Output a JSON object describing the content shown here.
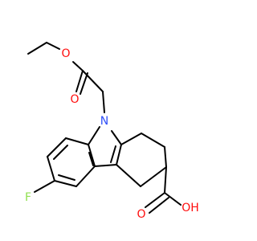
{
  "molecule": {
    "atoms": {
      "o_ether": {
        "text": "O",
        "color": "#ff0d0d"
      },
      "o_ester_carbonyl": {
        "text": "O",
        "color": "#ff0d0d"
      },
      "n_indole": {
        "text": "N",
        "color": "#3050f8"
      },
      "f_sub": {
        "text": "F",
        "color": "#90e050"
      },
      "o_acid_carbonyl": {
        "text": "O",
        "color": "#ff0d0d"
      },
      "oh_acid": {
        "text": "OH",
        "color": "#ff0d0d"
      }
    },
    "bond_color": "#000000"
  }
}
